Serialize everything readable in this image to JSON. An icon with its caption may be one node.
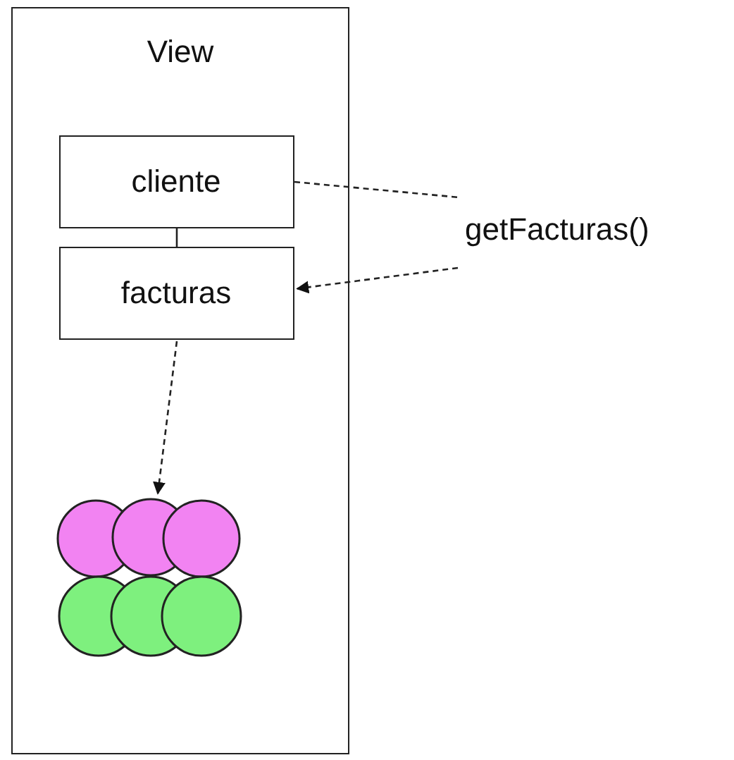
{
  "diagram": {
    "nodes": [
      {
        "text": [
          "View"
        ]
      },
      {
        "text": [
          "cliente"
        ],
        "in": 0
      },
      {
        "text": [
          "facturas"
        ],
        "in": 0
      },
      {
        "text": [
          "getFacturas()"
        ]
      },
      {
        "text": [],
        "shape": "picture",
        "in": 0
      }
    ],
    "edges": [
      {
        "from": 1,
        "to": 3,
        "arrow": "none",
        "style": "dashed"
      },
      {
        "from": 3,
        "to": 2,
        "arrow": "to",
        "style": "dashed"
      },
      {
        "from": 2,
        "to": 4,
        "arrow": "to",
        "style": "dashed"
      },
      {
        "from": 1,
        "to": 2,
        "arrow": "none"
      }
    ]
  }
}
